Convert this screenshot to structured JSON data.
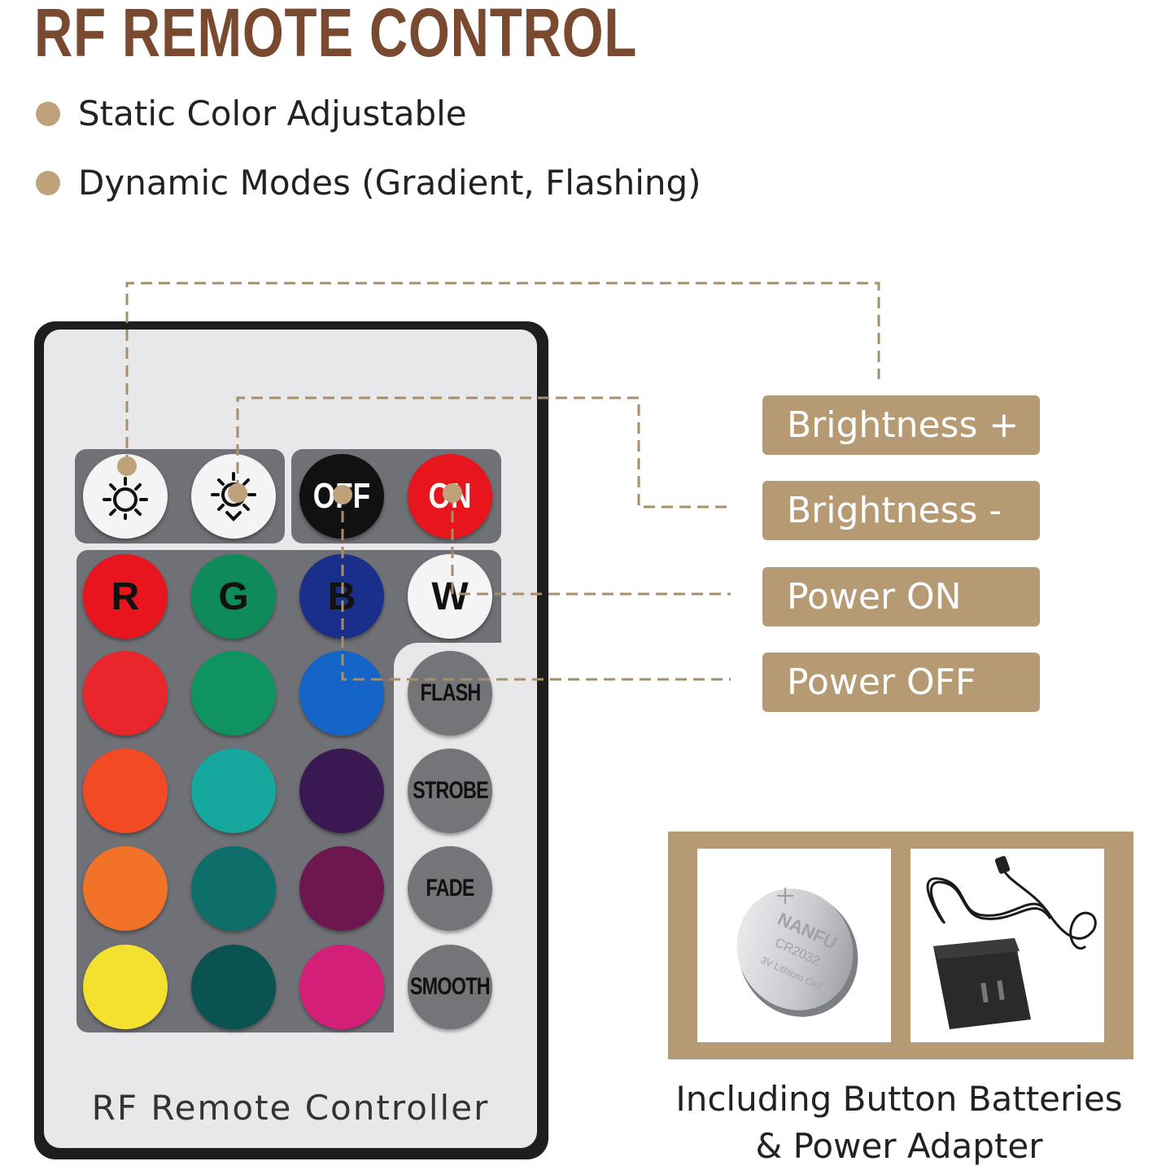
{
  "title": "RF REMOTE CONTROL",
  "features": [
    "Static Color Adjustable",
    "Dynamic Modes (Gradient, Flashing)"
  ],
  "labels": {
    "brightness_up": "Brightness +",
    "brightness_down": "Brightness -",
    "power_on": "Power ON",
    "power_off": "Power OFF"
  },
  "remote": {
    "label": "RF Remote Controller",
    "buttons": {
      "off": "OFF",
      "on": "ON",
      "r": "R",
      "g": "G",
      "b": "B",
      "w": "W",
      "flash": "FLASH",
      "strobe": "STROBE",
      "fade": "FADE",
      "smooth": "SMOOTH"
    },
    "color_grid": [
      [
        "#e8262b",
        "#0f9461",
        "#1565c8"
      ],
      [
        "#f24a24",
        "#16a89e",
        "#3a1850"
      ],
      [
        "#f27328",
        "#0d6e6a",
        "#6e1650"
      ],
      [
        "#f4e02e",
        "#0b5350",
        "#d41f78"
      ]
    ]
  },
  "accessories": {
    "battery_brand": "NANFU",
    "battery_model": "CR2032",
    "battery_spec": "3V Lithium Cell",
    "caption_line1": "Including Button Batteries",
    "caption_line2": "& Power Adapter"
  },
  "colors": {
    "title": "#7a4a30",
    "accent": "#b59a73",
    "bullet": "#bfa27a"
  }
}
